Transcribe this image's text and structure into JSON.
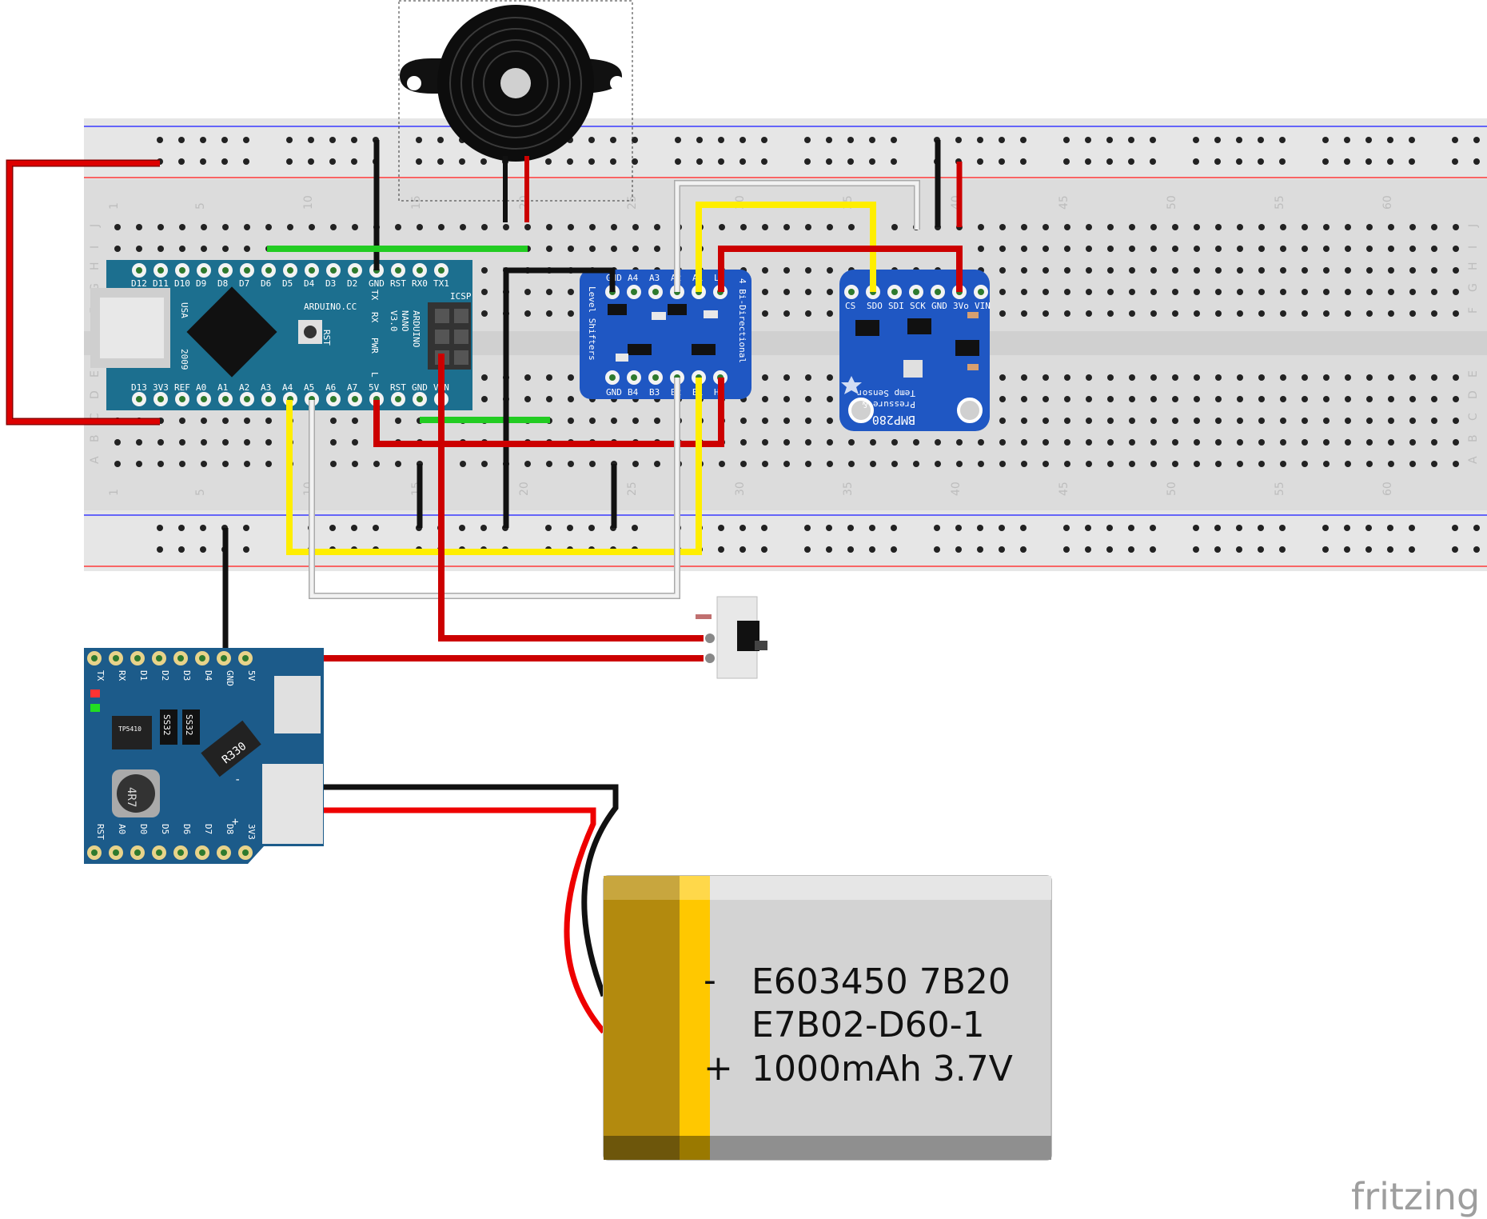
{
  "watermark": "fritzing",
  "breadboard": {
    "column_numbers": [
      "1",
      "5",
      "10",
      "15",
      "20",
      "25",
      "30",
      "35",
      "40",
      "45",
      "50",
      "55",
      "60"
    ],
    "row_letters_top": [
      "J",
      "I",
      "H",
      "G",
      "F"
    ],
    "row_letters_bottom": [
      "E",
      "D",
      "C",
      "B",
      "A"
    ]
  },
  "arduino_nano": {
    "top_pins": [
      "D12",
      "D11",
      "D10",
      "D9",
      "D8",
      "D7",
      "D6",
      "D5",
      "D4",
      "D3",
      "D2",
      "GND",
      "RST",
      "RX0",
      "TX1"
    ],
    "bottom_pins": [
      "D13",
      "3V3",
      "REF",
      "A0",
      "A1",
      "A2",
      "A3",
      "A4",
      "A5",
      "A6",
      "A7",
      "5V",
      "RST",
      "GND",
      "VIN"
    ],
    "brand": "ARDUINO.CC",
    "model_lines": [
      "ARDUINO",
      "NANO",
      "V3.0"
    ],
    "usa": "USA",
    "year": "2009",
    "icsp": "ICSP",
    "rst": "RST",
    "tx": "TX",
    "rx": "RX",
    "pwr": "PWR",
    "l": "L"
  },
  "level_shifter": {
    "title_lines": [
      "4 Bi-Directional",
      "Level Shifters"
    ],
    "top_pins": [
      "GND",
      "A4",
      "A3",
      "A2",
      "A1",
      "LV"
    ],
    "bottom_pins": [
      "GND",
      "B4",
      "B3",
      "B2",
      "B1",
      "HV"
    ]
  },
  "bmp280": {
    "top_pins": [
      "CS",
      "SDO",
      "SDI",
      "SCK",
      "GND",
      "3Vo",
      "VIN"
    ],
    "title": "BMP280",
    "subtitle_lines": [
      "Pressure &",
      "Temp Sensor"
    ]
  },
  "wemos": {
    "top_pins": [
      "TX",
      "RX",
      "D1",
      "D2",
      "D3",
      "D4",
      "GND",
      "5V"
    ],
    "bottom_pins": [
      "RST",
      "A0",
      "D0",
      "D5",
      "D6",
      "D7",
      "D8",
      "3V3"
    ],
    "chips": [
      "SS32",
      "SS32"
    ],
    "ic": "TP5410",
    "resistor": "R330",
    "inductor": "4R7",
    "minus": "-",
    "plus": "+"
  },
  "battery": {
    "line1": "E603450 7B20",
    "line2": "E7B02-D60-1",
    "line3": "1000mAh 3.7V",
    "minus": "-",
    "plus": "+"
  },
  "colors": {
    "wire_red": "#cc0000",
    "wire_black": "#1a1a1a",
    "wire_yellow": "#ffee00",
    "wire_green": "#22cc22",
    "wire_white": "#e0e0e0",
    "board_teal": "#1c6f8f",
    "board_blue": "#1f57c3",
    "wemos_blue": "#1c5b8a",
    "breadboard": "#dadada",
    "battery_gold": "#b38a0e",
    "battery_yellow": "#ffc800",
    "battery_gray": "#d3d3d3"
  }
}
